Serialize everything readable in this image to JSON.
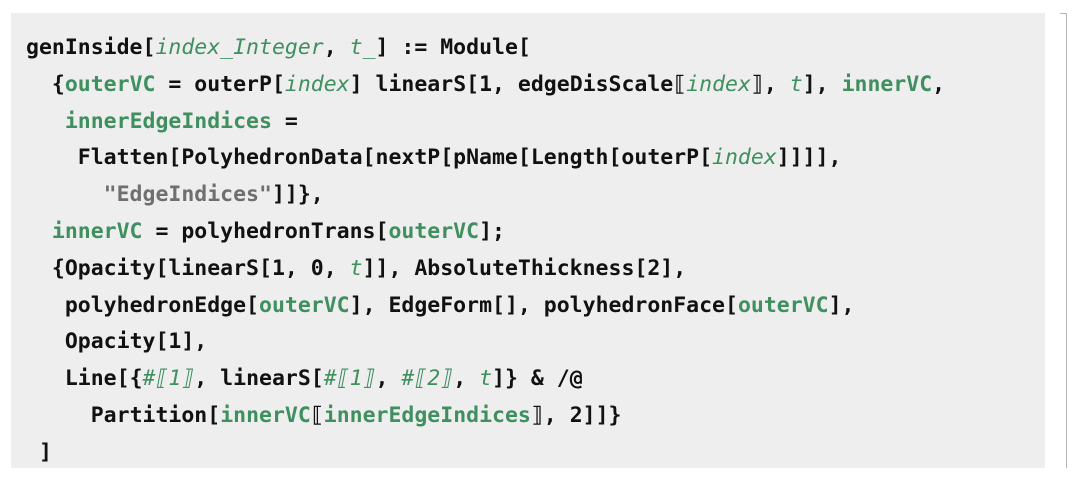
{
  "notebook": {
    "colors": {
      "background": "#ffffff",
      "cell_background": "#eeeeee",
      "default_text": "#111111",
      "local_variable": "#3f8f5f",
      "string": "#6f6f6f",
      "cell_bracket": "#b4b4b4"
    },
    "icons": {
      "cell_bracket": "cell-bracket-icon"
    },
    "code_lines": [
      {
        "indent": "",
        "tokens": [
          {
            "t": "genInside[",
            "k": "d"
          },
          {
            "t": "index_Integer",
            "k": "i"
          },
          {
            "t": ", ",
            "k": "d"
          },
          {
            "t": "t_",
            "k": "i"
          },
          {
            "t": "] := Module[",
            "k": "d"
          }
        ]
      },
      {
        "indent": "  ",
        "tokens": [
          {
            "t": "{",
            "k": "d"
          },
          {
            "t": "outerVC",
            "k": "v"
          },
          {
            "t": " = outerP[",
            "k": "d"
          },
          {
            "t": "index",
            "k": "i"
          },
          {
            "t": "] linearS[1, edgeDisScale⟦",
            "k": "d"
          },
          {
            "t": "index",
            "k": "i"
          },
          {
            "t": "⟧, ",
            "k": "d"
          },
          {
            "t": "t",
            "k": "i"
          },
          {
            "t": "], ",
            "k": "d"
          },
          {
            "t": "innerVC",
            "k": "v"
          },
          {
            "t": ",",
            "k": "d"
          }
        ]
      },
      {
        "indent": "   ",
        "tokens": [
          {
            "t": "innerEdgeIndices",
            "k": "v"
          },
          {
            "t": " =",
            "k": "d"
          }
        ]
      },
      {
        "indent": "    ",
        "tokens": [
          {
            "t": "Flatten[PolyhedronData[nextP[pName[Length[outerP[",
            "k": "d"
          },
          {
            "t": "index",
            "k": "i"
          },
          {
            "t": "]]]],",
            "k": "d"
          }
        ]
      },
      {
        "indent": "      ",
        "tokens": [
          {
            "t": "\"EdgeIndices\"",
            "k": "s"
          },
          {
            "t": "]]},",
            "k": "d"
          }
        ]
      },
      {
        "indent": "  ",
        "tokens": [
          {
            "t": "innerVC",
            "k": "v"
          },
          {
            "t": " = polyhedronTrans[",
            "k": "d"
          },
          {
            "t": "outerVC",
            "k": "v"
          },
          {
            "t": "];",
            "k": "d"
          }
        ]
      },
      {
        "indent": "  ",
        "tokens": [
          {
            "t": "{Opacity[linearS[1, 0, ",
            "k": "d"
          },
          {
            "t": "t",
            "k": "i"
          },
          {
            "t": "]], AbsoluteThickness[2],",
            "k": "d"
          }
        ]
      },
      {
        "indent": "   ",
        "tokens": [
          {
            "t": "polyhedronEdge[",
            "k": "d"
          },
          {
            "t": "outerVC",
            "k": "v"
          },
          {
            "t": "], EdgeForm[], polyhedronFace[",
            "k": "d"
          },
          {
            "t": "outerVC",
            "k": "v"
          },
          {
            "t": "],",
            "k": "d"
          }
        ]
      },
      {
        "indent": "   ",
        "tokens": [
          {
            "t": "Opacity[1],",
            "k": "d"
          }
        ]
      },
      {
        "indent": "   ",
        "tokens": [
          {
            "t": "Line[{",
            "k": "d"
          },
          {
            "t": "#⟦1⟧",
            "k": "i"
          },
          {
            "t": ", linearS[",
            "k": "d"
          },
          {
            "t": "#⟦1⟧",
            "k": "i"
          },
          {
            "t": ", ",
            "k": "d"
          },
          {
            "t": "#⟦2⟧",
            "k": "i"
          },
          {
            "t": ", ",
            "k": "d"
          },
          {
            "t": "t",
            "k": "i"
          },
          {
            "t": "]} & /@",
            "k": "d"
          }
        ]
      },
      {
        "indent": "     ",
        "tokens": [
          {
            "t": "Partition[",
            "k": "d"
          },
          {
            "t": "innerVC",
            "k": "v"
          },
          {
            "t": "⟦",
            "k": "d"
          },
          {
            "t": "innerEdgeIndices",
            "k": "v"
          },
          {
            "t": "⟧, 2]]}",
            "k": "d"
          }
        ]
      },
      {
        "indent": " ",
        "tokens": [
          {
            "t": "]",
            "k": "d"
          }
        ]
      }
    ]
  }
}
